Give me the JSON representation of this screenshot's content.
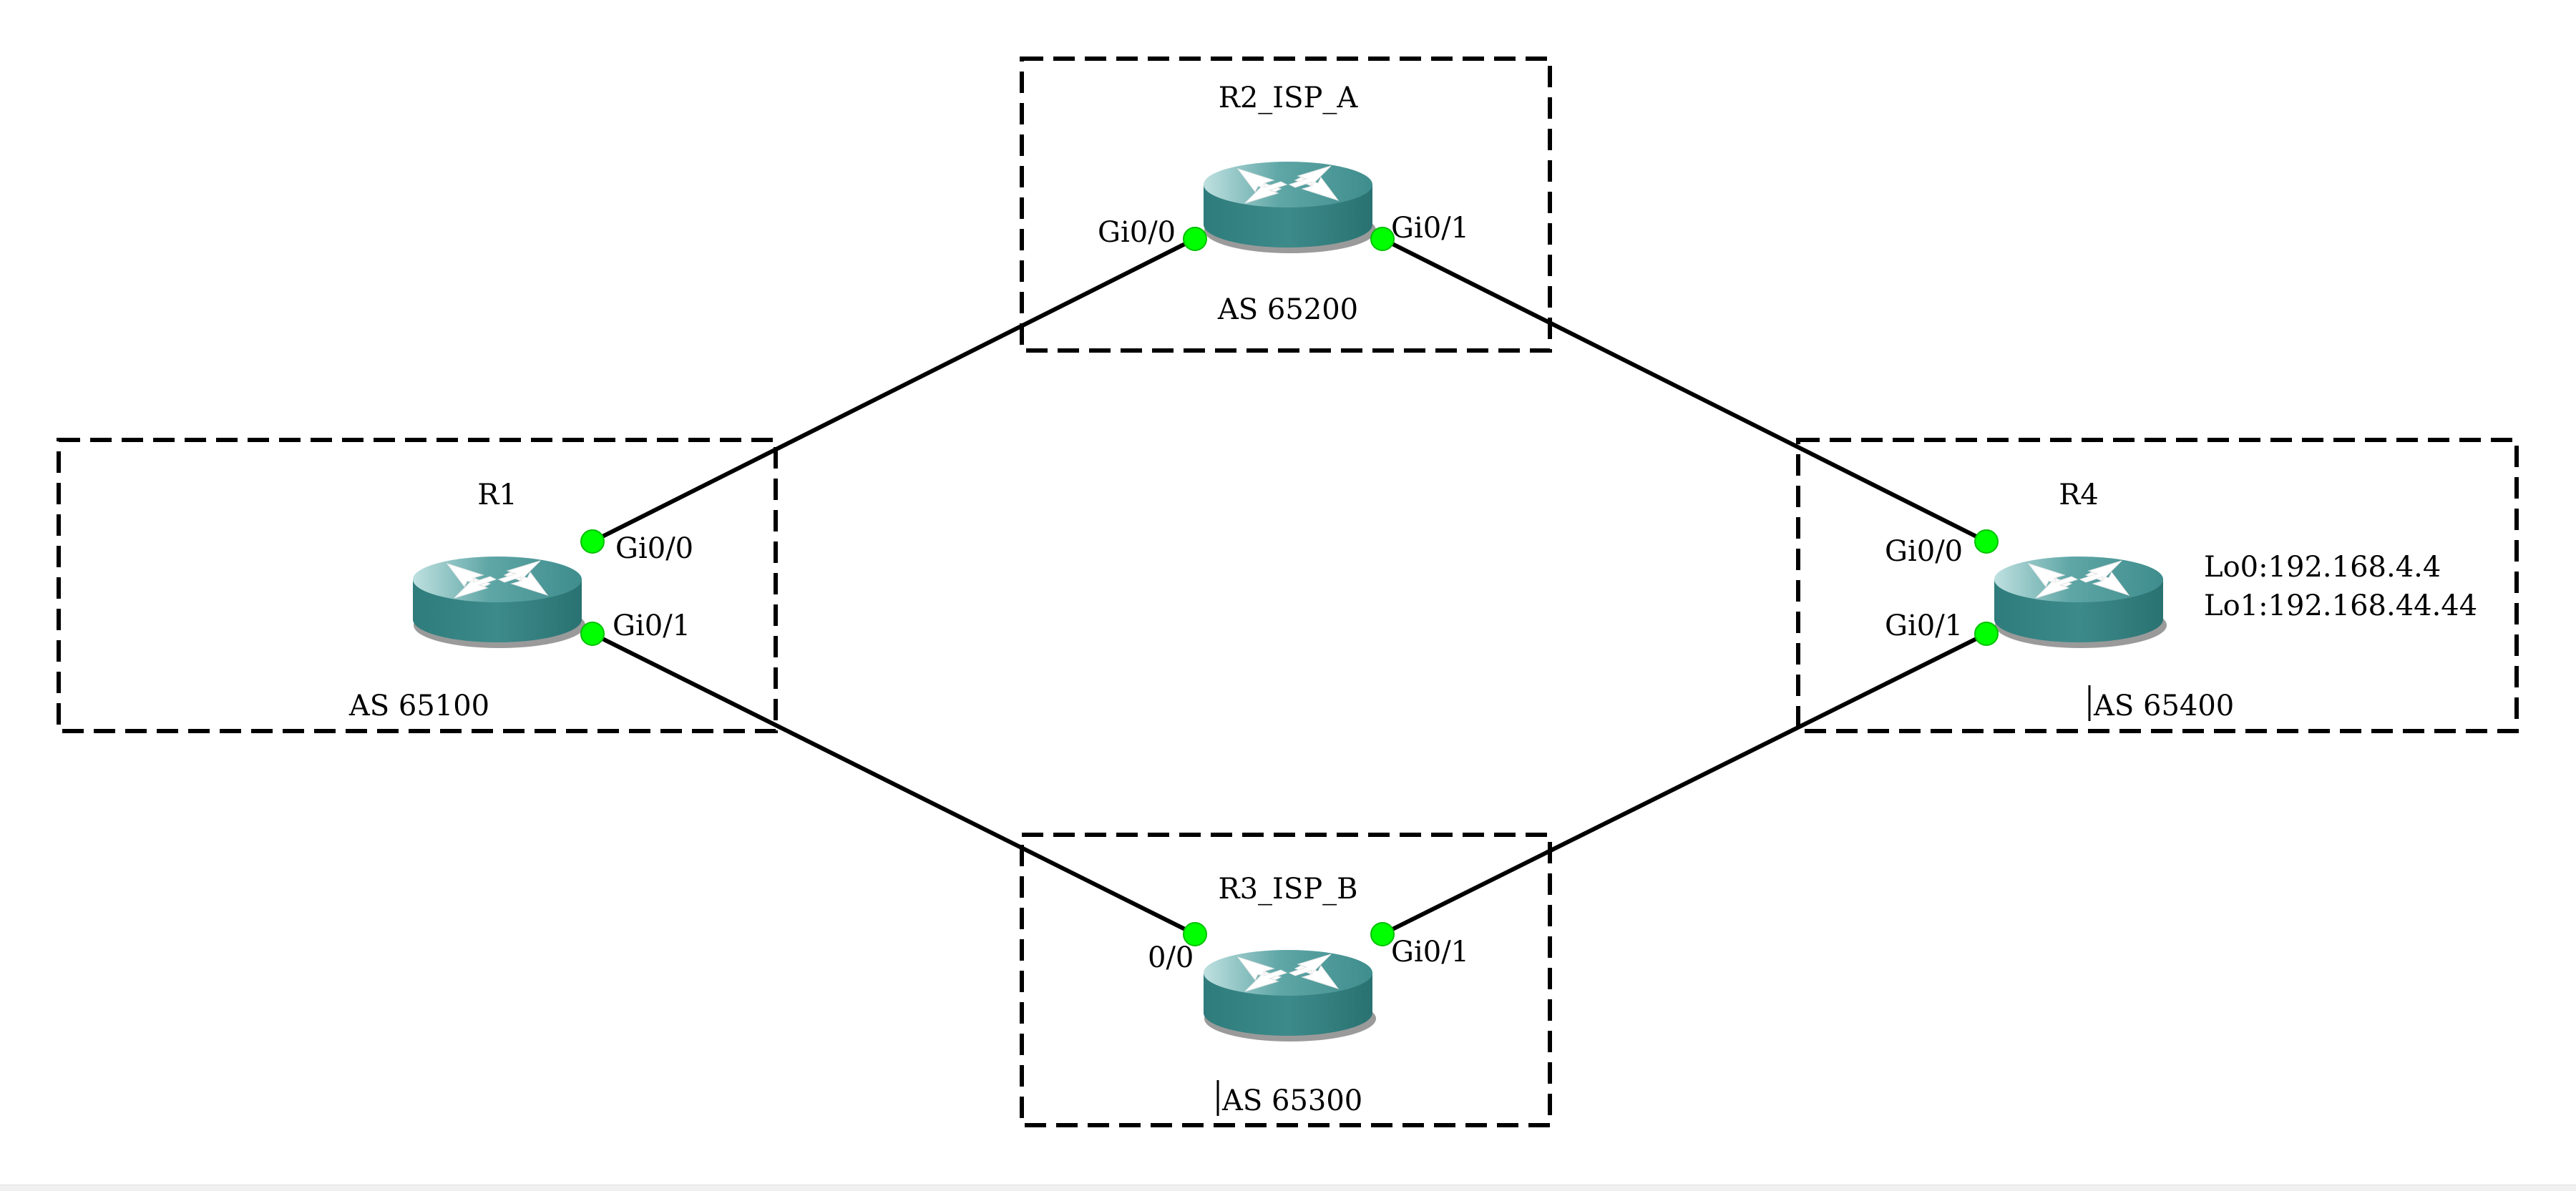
{
  "colors": {
    "router_body": "#3d8a8a",
    "router_top": "#6fb4b4",
    "port_dot": "#00ff00",
    "line": "#000000"
  },
  "routers": {
    "r1": {
      "name": "R1",
      "as_label": "AS 65100",
      "ports": {
        "gi0_0": "Gi0/0",
        "gi0_1": "Gi0/1"
      }
    },
    "r2": {
      "name": "R2_ISP_A",
      "as_label": "AS 65200",
      "ports": {
        "gi0_0": "Gi0/0",
        "gi0_1": "Gi0/1"
      }
    },
    "r3": {
      "name": "R3_ISP_B",
      "as_label": "AS 65300",
      "ports": {
        "gi0_0": "0/0",
        "gi0_1": "Gi0/1"
      }
    },
    "r4": {
      "name": "R4",
      "as_label": "AS 65400",
      "ports": {
        "gi0_0": "Gi0/0",
        "gi0_1": "Gi0/1"
      },
      "loopbacks": [
        "Lo0:192.168.4.4",
        "Lo1:192.168.44.44"
      ]
    }
  }
}
